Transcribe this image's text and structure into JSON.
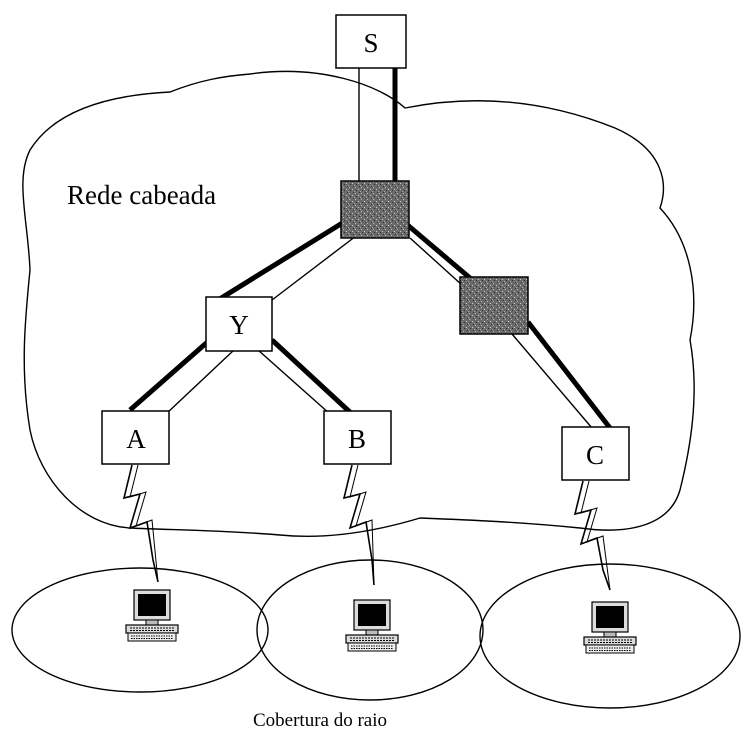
{
  "diagram": {
    "region_label": "Rede cabeada",
    "caption": "Cobertura do raio",
    "nodes": {
      "s": "S",
      "y": "Y",
      "a": "A",
      "b": "B",
      "c": "C"
    },
    "colors": {
      "stroke": "#000000",
      "router_fill": "#6e6e6e",
      "background": "#ffffff"
    }
  }
}
